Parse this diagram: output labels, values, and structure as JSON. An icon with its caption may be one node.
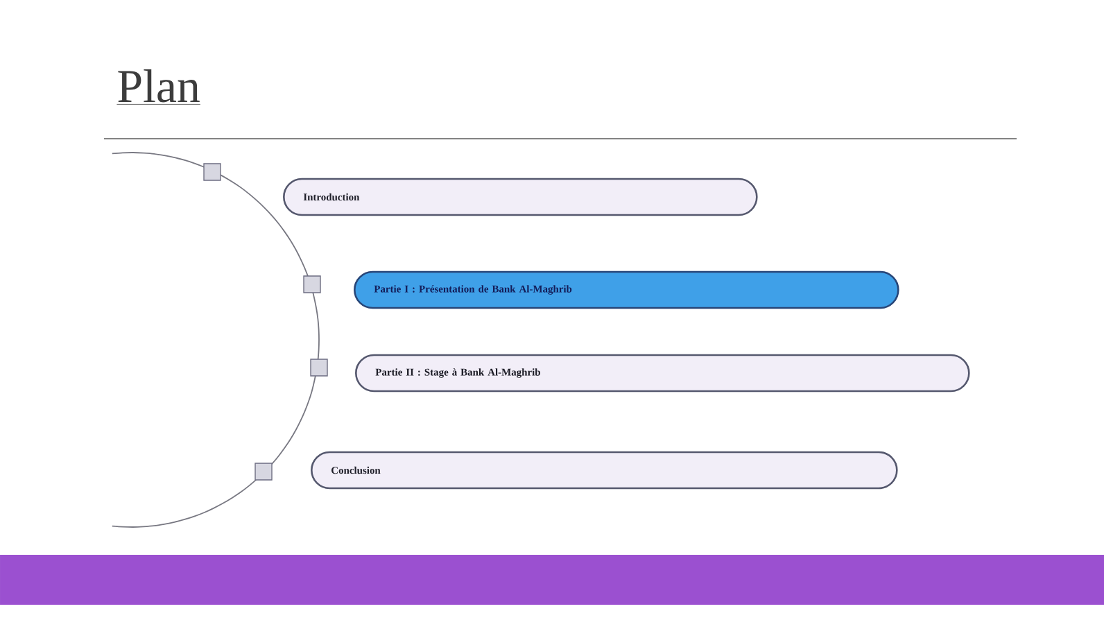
{
  "diagram": {
    "title": "Plan",
    "nodes": [
      {
        "text": [
          "Introduction"
        ]
      },
      {
        "text": [
          "Partie I : Présentation de Bank Al-Maghrib"
        ]
      },
      {
        "text": [
          "Partie II : Stage à Bank Al-Maghrib"
        ]
      },
      {
        "text": [
          "Conclusion"
        ]
      }
    ],
    "edges": []
  }
}
